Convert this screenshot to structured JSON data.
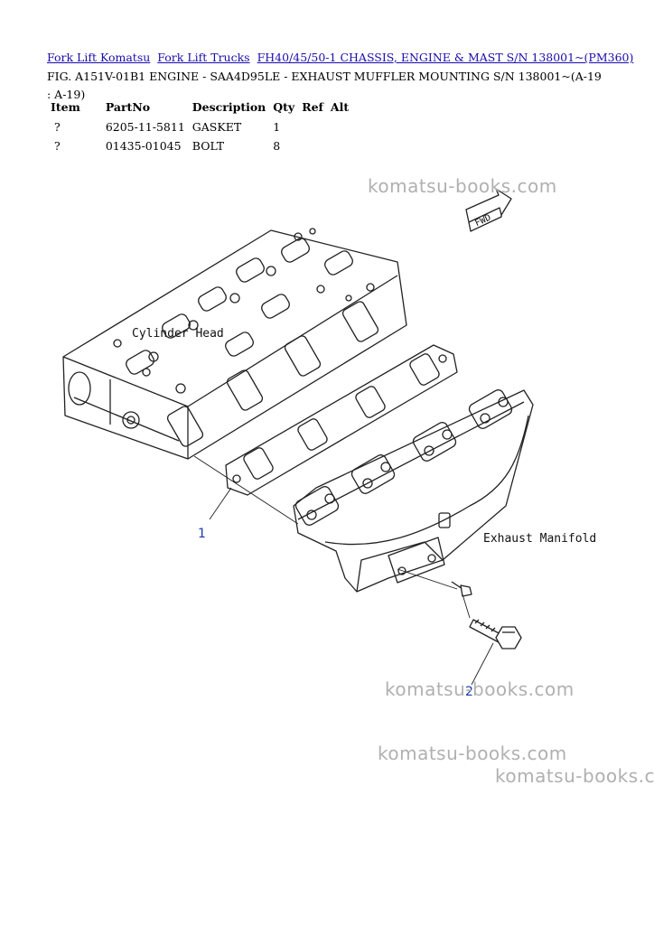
{
  "breadcrumb": [
    {
      "label": "Fork Lift Komatsu"
    },
    {
      "label": "Fork Lift Trucks"
    },
    {
      "label": "FH40/45/50-1 CHASSIS, ENGINE & MAST S/N 138001~(PM360)"
    }
  ],
  "figure_title": "FIG. A151V-01B1 ENGINE - SAA4D95LE - EXHAUST MUFFLER MOUNTING S/N 138001~(A-19 : A-19)",
  "table": {
    "headers": [
      "Item",
      "PartNo",
      "Description",
      "Qty",
      "Ref",
      "Alt"
    ],
    "rows": [
      {
        "item": "?",
        "partno": "6205-11-5811",
        "description": "GASKET",
        "qty": "1",
        "ref": "",
        "alt": ""
      },
      {
        "item": "?",
        "partno": "01435-01045",
        "description": "BOLT",
        "qty": "8",
        "ref": "",
        "alt": ""
      }
    ]
  },
  "diagram": {
    "labels": {
      "cylinder_head": "Cylinder Head",
      "exhaust_manifold": "Exhaust Manifold",
      "fwd": "FWD"
    },
    "callouts": [
      "1",
      "2"
    ]
  },
  "watermarks": [
    "komatsu-books.com",
    "komatsu-books.com",
    "komatsu-books.com",
    "komatsu-books.com"
  ]
}
